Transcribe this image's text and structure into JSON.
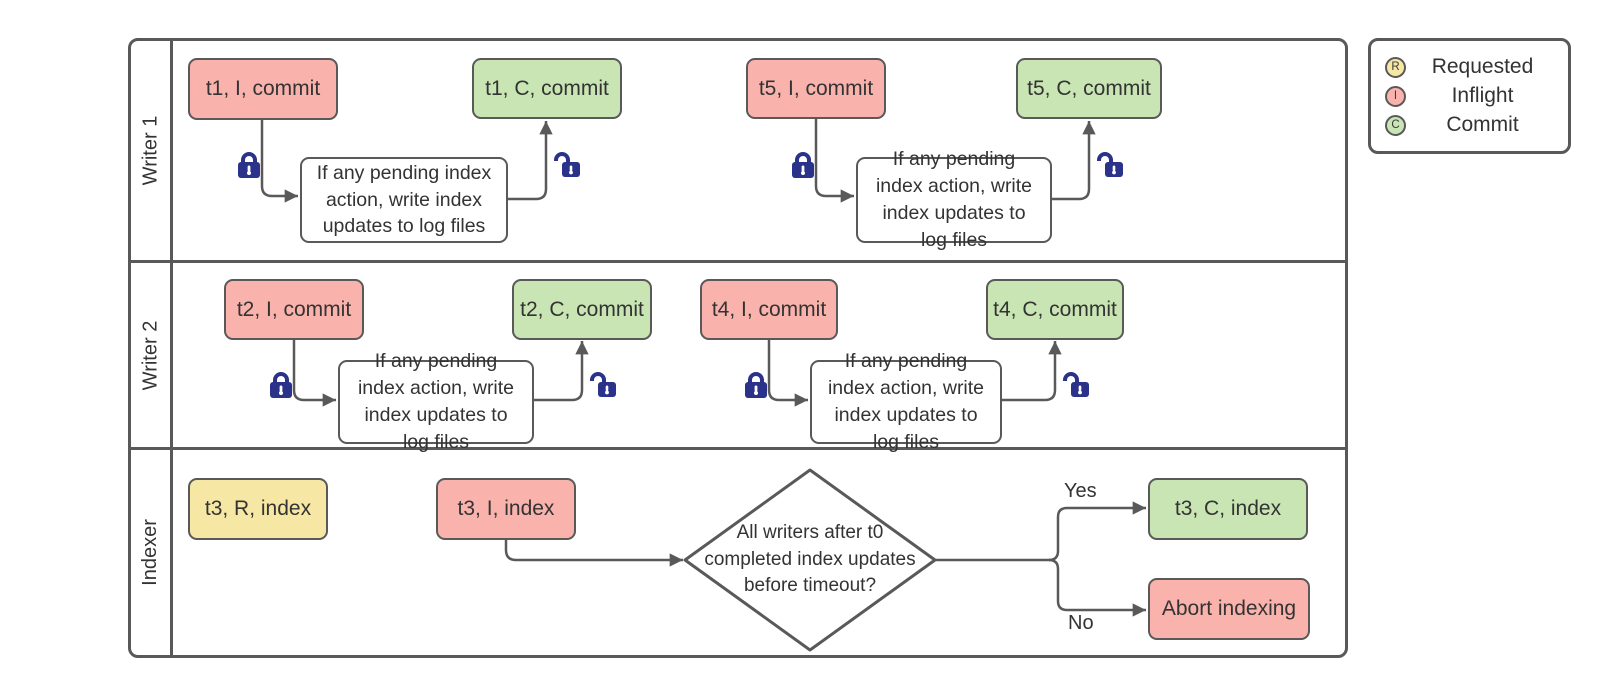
{
  "diagram": {
    "type": "swimlane-flowchart",
    "colors": {
      "requested": "#F6E8A4",
      "inflight": "#F9B3AC",
      "commit": "#C8E5B3",
      "process": "#FFFFFF",
      "border": "#595959",
      "connector": "#595959",
      "lock": "#2A3289",
      "text": "#333333"
    },
    "lane_labels": [
      "Writer 1",
      "Writer 2",
      "Indexer"
    ],
    "nodes": {
      "t1_inflight": "t1, I, commit",
      "t1_process": "If any pending index action, write index updates to log files",
      "t1_commit": "t1, C, commit",
      "t5_inflight": "t5, I, commit",
      "t5_process": "If any pending index action, write index updates to log files",
      "t5_commit": "t5, C, commit",
      "t2_inflight": "t2, I, commit",
      "t2_process": "If any pending index action, write index updates to log files",
      "t2_commit": "t2, C, commit",
      "t4_inflight": "t4, I, commit",
      "t4_process": "If any pending index action, write index updates to log files",
      "t4_commit": "t4, C, commit",
      "t3_requested": "t3, R, index",
      "t3_inflight": "t3, I, index",
      "decision": "All writers after t0 completed index updates before timeout?",
      "t3_commit": "t3, C, index",
      "abort": "Abort indexing"
    },
    "branch_labels": {
      "yes": "Yes",
      "no": "No"
    },
    "legend": {
      "items": [
        {
          "symbol": "R",
          "label": "Requested",
          "kind": "requested"
        },
        {
          "symbol": "I",
          "label": "Inflight",
          "kind": "inflight"
        },
        {
          "symbol": "C",
          "label": "Commit",
          "kind": "commit"
        }
      ]
    }
  }
}
